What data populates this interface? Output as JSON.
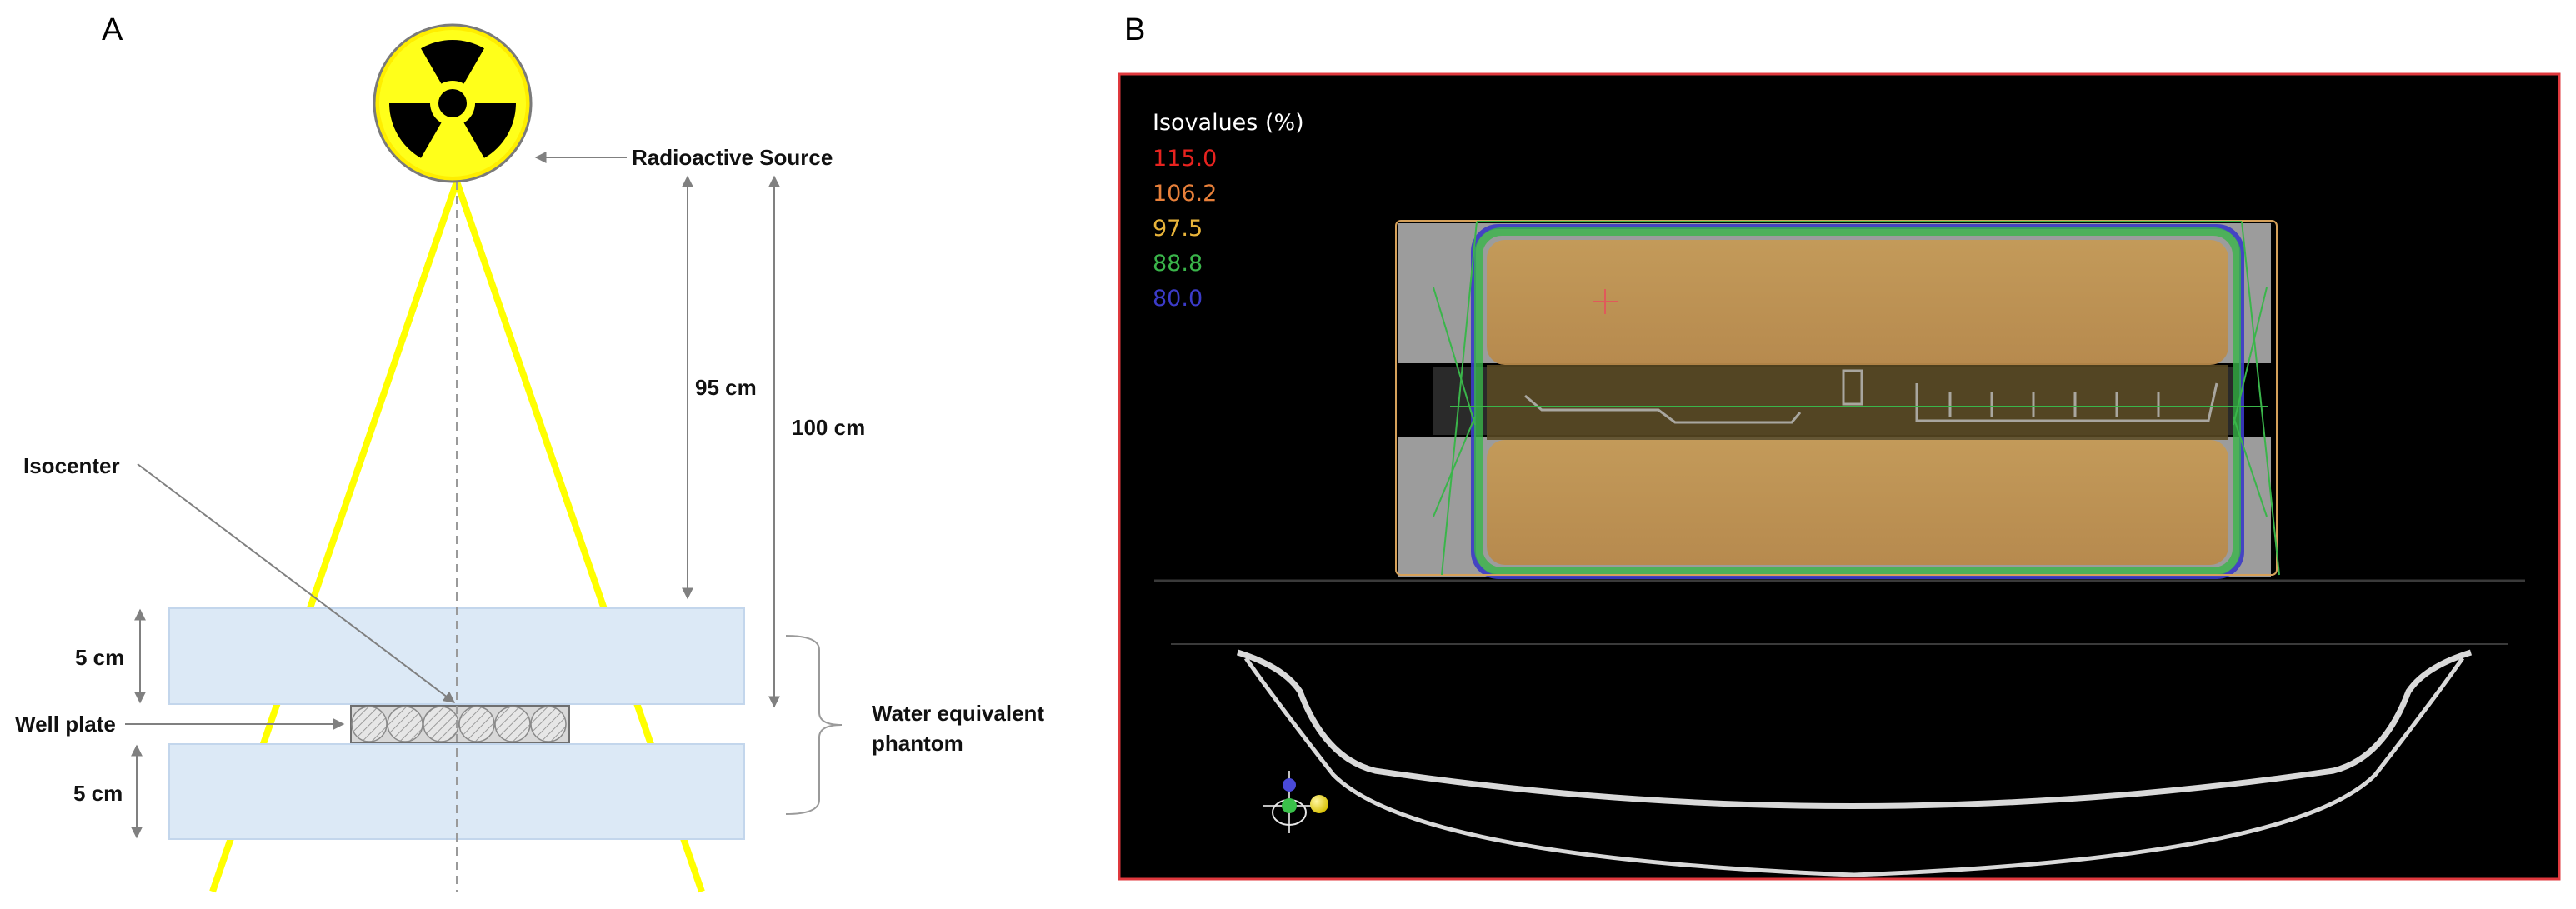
{
  "panel_a": {
    "letter": "A",
    "source_label": "Radioactive Source",
    "dist_95": "95 cm",
    "dist_100": "100 cm",
    "isocenter_label": "Isocenter",
    "well_plate_label": "Well plate",
    "slab_top": "5 cm",
    "slab_bottom": "5 cm",
    "phantom_line1": "Water equivalent",
    "phantom_line2": "phantom"
  },
  "panel_b": {
    "letter": "B",
    "legend_title": "Isovalues (%)",
    "isovalues": [
      {
        "value": "115.0",
        "color": "#e8231f"
      },
      {
        "value": "106.2",
        "color": "#e8803a"
      },
      {
        "value": "97.5",
        "color": "#e8b43a"
      },
      {
        "value": "88.8",
        "color": "#3ab54a"
      },
      {
        "value": "80.0",
        "color": "#3b3bc8"
      }
    ]
  },
  "colors": {
    "beam": "#ffff00",
    "slab_fill": "#dce9f6",
    "frame_border": "#e0393e",
    "dose": "#c99a4e"
  }
}
